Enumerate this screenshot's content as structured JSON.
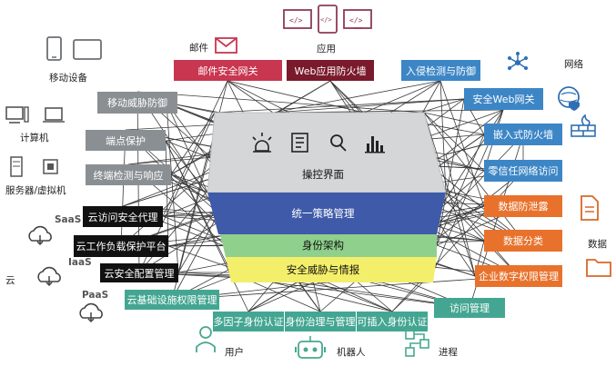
{
  "center": {
    "console": "操控界面",
    "policy": "统一策略管理",
    "identity": "身份架构",
    "threat": "安全威胁与情报"
  },
  "groups": {
    "mobile": "移动设备",
    "computer": "计算机",
    "server": "服务器/虚拟机",
    "cloud": "云",
    "saas": "SaaS",
    "iaas": "IaaS",
    "paas": "PaaS",
    "mail": "邮件",
    "app": "应用",
    "network": "网络",
    "data": "数据",
    "user": "用户",
    "robot": "机器人",
    "process": "进程"
  },
  "top_boxes": {
    "mail_gw": "邮件安全网关",
    "waf": "Web应用防火墙",
    "ids": "入侵检测与防御"
  },
  "left_boxes": [
    "移动威胁防御",
    "端点保护",
    "终端检测与响应",
    "云访问安全代理",
    "云工作负载保护平台",
    "云安全配置管理"
  ],
  "right_boxes": [
    "安全Web网关",
    "嵌入式防火墙",
    "零信任网络访问",
    "数据防泄露",
    "数据分类",
    "企业数字权限管理"
  ],
  "bottom_boxes": {
    "ciem": "云基础设施权限管理",
    "mfa": "多因子身份认证",
    "iga": "身份治理与管理",
    "pluggable": "可插入身份认证",
    "access": "访问管理"
  },
  "colors": {
    "grey": "#8a8f93",
    "black": "#111111",
    "blue": "#3d86c6",
    "orange": "#e8722c",
    "teal": "#44a692",
    "mail_red": "#c8364f",
    "waf_maroon": "#7a1a2c",
    "console_top": "#d9d9d9",
    "policy": "#3e5aa8",
    "identity": "#8fd08c",
    "threat": "#f3ef6a",
    "icon_purple": "#8e3a58",
    "icon_blue": "#2f6fb3",
    "icon_orange": "#d9682a",
    "icon_teal": "#47a88f"
  },
  "icons": [
    "phone-icon",
    "tablet-icon",
    "laptop-icon",
    "desktop-icon",
    "server-icon",
    "chip-icon",
    "cloud-icon",
    "mail-icon",
    "code-window-icon",
    "network-icon",
    "globe-shield-icon",
    "firewall-icon",
    "document-icon",
    "folder-icon",
    "user-icon",
    "robot-icon",
    "process-icon",
    "siren-icon",
    "shield-chip-icon",
    "search-icon",
    "bar-chart-icon"
  ]
}
